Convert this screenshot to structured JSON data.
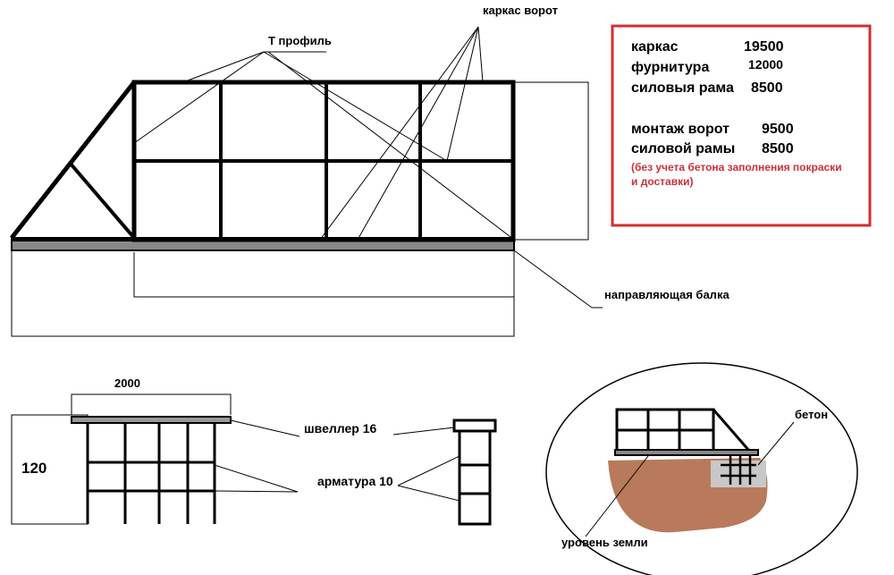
{
  "labels": {
    "t_profile": "Т профиль",
    "frame_gate": "каркас ворот",
    "guide_beam": "направляющая балка",
    "channel": "швеллер 16",
    "rebar": "арматура  10",
    "width_2000": "2000",
    "height_120": "120",
    "concrete": "бетон",
    "ground_level": "уровень земли"
  },
  "price_box": {
    "rows": [
      {
        "name": "каркас",
        "value": "19500"
      },
      {
        "name": "фурнитура",
        "value": "12000"
      },
      {
        "name": "силовыя рама",
        "value": "8500"
      },
      {
        "name": "монтаж ворот",
        "value": "9500"
      },
      {
        "name": "силовой рамы",
        "value": "8500"
      }
    ],
    "note_line1": "(без учета бетона  заполнения покраски",
    "note_line2": "и доставки)"
  },
  "colors": {
    "box_border": "#d32f2f",
    "note_text": "#c8303a",
    "ground": "#b87a5a",
    "concrete": "#c8c8c8",
    "beam": "#888888"
  }
}
